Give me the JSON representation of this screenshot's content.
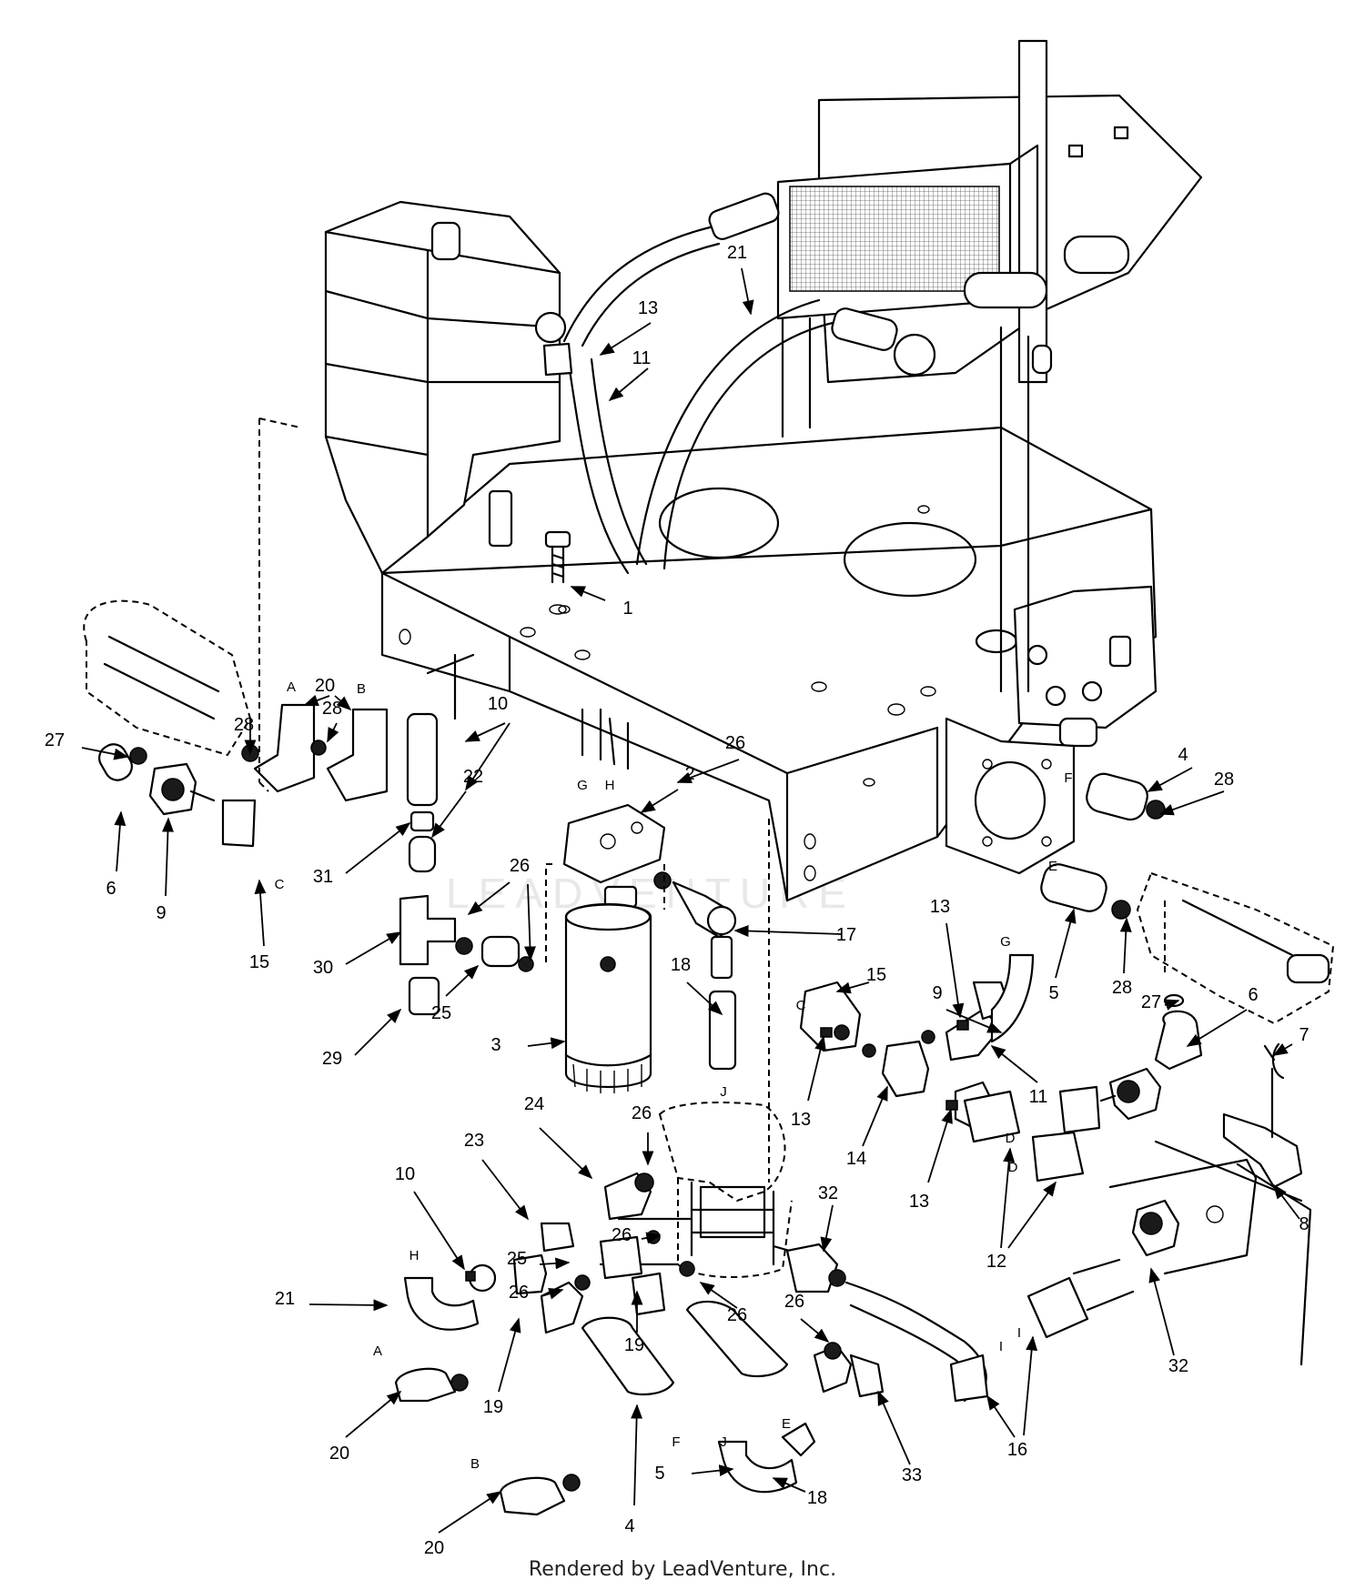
{
  "credit": "Rendered by LeadVenture, Inc.",
  "watermark": "LEADVENTURE",
  "callouts": [
    {
      "id": "c1",
      "text": "1"
    },
    {
      "id": "c2",
      "text": "2"
    },
    {
      "id": "c3",
      "text": "3"
    },
    {
      "id": "c4a",
      "text": "4"
    },
    {
      "id": "c4b",
      "text": "4"
    },
    {
      "id": "c5a",
      "text": "5"
    },
    {
      "id": "c5b",
      "text": "5"
    },
    {
      "id": "c6a",
      "text": "6"
    },
    {
      "id": "c6b",
      "text": "6"
    },
    {
      "id": "c7",
      "text": "7"
    },
    {
      "id": "c8",
      "text": "8"
    },
    {
      "id": "c9a",
      "text": "9"
    },
    {
      "id": "c9b",
      "text": "9"
    },
    {
      "id": "c10a",
      "text": "10"
    },
    {
      "id": "c10b",
      "text": "10"
    },
    {
      "id": "c11a",
      "text": "11"
    },
    {
      "id": "c11b",
      "text": "11"
    },
    {
      "id": "c12",
      "text": "12"
    },
    {
      "id": "c13a",
      "text": "13"
    },
    {
      "id": "c13b",
      "text": "13"
    },
    {
      "id": "c13c",
      "text": "13"
    },
    {
      "id": "c13d",
      "text": "13"
    },
    {
      "id": "c14",
      "text": "14"
    },
    {
      "id": "c15a",
      "text": "15"
    },
    {
      "id": "c15b",
      "text": "15"
    },
    {
      "id": "c16",
      "text": "16"
    },
    {
      "id": "c17",
      "text": "17"
    },
    {
      "id": "c18a",
      "text": "18"
    },
    {
      "id": "c18b",
      "text": "18"
    },
    {
      "id": "c19a",
      "text": "19"
    },
    {
      "id": "c19b",
      "text": "19"
    },
    {
      "id": "c20a",
      "text": "20"
    },
    {
      "id": "c20b",
      "text": "20"
    },
    {
      "id": "c20c",
      "text": "20"
    },
    {
      "id": "c21a",
      "text": "21"
    },
    {
      "id": "c21b",
      "text": "21"
    },
    {
      "id": "c22",
      "text": "22"
    },
    {
      "id": "c23",
      "text": "23"
    },
    {
      "id": "c24",
      "text": "24"
    },
    {
      "id": "c25a",
      "text": "25"
    },
    {
      "id": "c25b",
      "text": "25"
    },
    {
      "id": "c26a",
      "text": "26"
    },
    {
      "id": "c26b",
      "text": "26"
    },
    {
      "id": "c26c",
      "text": "26"
    },
    {
      "id": "c26d",
      "text": "26"
    },
    {
      "id": "c26e",
      "text": "26"
    },
    {
      "id": "c26f",
      "text": "26"
    },
    {
      "id": "c26g",
      "text": "26"
    },
    {
      "id": "c27a",
      "text": "27"
    },
    {
      "id": "c27b",
      "text": "27"
    },
    {
      "id": "c28a",
      "text": "28"
    },
    {
      "id": "c28b",
      "text": "28"
    },
    {
      "id": "c28c",
      "text": "28"
    },
    {
      "id": "c28d",
      "text": "28"
    },
    {
      "id": "c29",
      "text": "29"
    },
    {
      "id": "c30",
      "text": "30"
    },
    {
      "id": "c31",
      "text": "31"
    },
    {
      "id": "c32a",
      "text": "32"
    },
    {
      "id": "c32b",
      "text": "32"
    },
    {
      "id": "c33",
      "text": "33"
    }
  ],
  "connector_letters": [
    {
      "id": "lA1",
      "text": "A"
    },
    {
      "id": "lB1",
      "text": "B"
    },
    {
      "id": "lC1",
      "text": "C"
    },
    {
      "id": "lG1",
      "text": "G"
    },
    {
      "id": "lH1",
      "text": "H"
    },
    {
      "id": "lF1",
      "text": "F"
    },
    {
      "id": "lE1",
      "text": "E"
    },
    {
      "id": "lC2",
      "text": "C"
    },
    {
      "id": "lG2",
      "text": "G"
    },
    {
      "id": "lD1",
      "text": "D"
    },
    {
      "id": "lD2",
      "text": "D"
    },
    {
      "id": "lJ1",
      "text": "J"
    },
    {
      "id": "lH2",
      "text": "H"
    },
    {
      "id": "lA2",
      "text": "A"
    },
    {
      "id": "lB2",
      "text": "B"
    },
    {
      "id": "lF2",
      "text": "F"
    },
    {
      "id": "lE2",
      "text": "E"
    },
    {
      "id": "lJ2",
      "text": "J"
    },
    {
      "id": "lI1",
      "text": "I"
    },
    {
      "id": "lI2",
      "text": "I"
    }
  ]
}
